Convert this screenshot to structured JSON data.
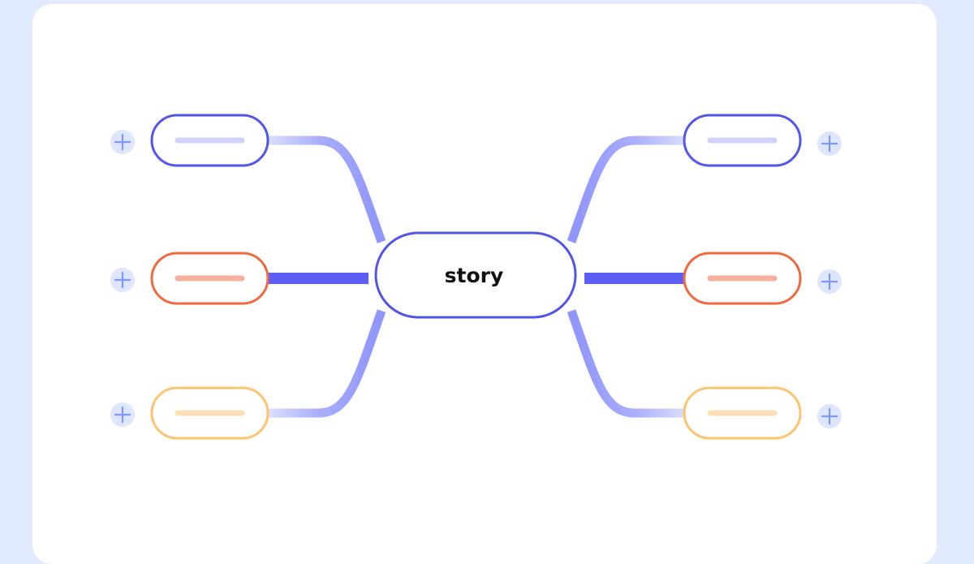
{
  "center": {
    "label": "story",
    "border_color": "#5055e6"
  },
  "colors": {
    "background": "#e1ebfd",
    "card": "#ffffff",
    "branch_soft": "#8f95fb",
    "branch_strong": "#5b5ff6",
    "plus_circle": "#dde6fd",
    "plus_sign": "#7e98f3"
  },
  "branches": [
    {
      "side": "left",
      "position": "top",
      "style": "curve",
      "border": "#5356e8",
      "bar": "#cfd3fb",
      "icon": "plus-icon"
    },
    {
      "side": "left",
      "position": "middle",
      "style": "straight",
      "border": "#f0693f",
      "bar": "#f7b09e",
      "icon": "plus-icon"
    },
    {
      "side": "left",
      "position": "bottom",
      "style": "curve",
      "border": "#fcc46f",
      "bar": "#fddfb5",
      "icon": "plus-icon"
    },
    {
      "side": "right",
      "position": "top",
      "style": "curve",
      "border": "#5356e8",
      "bar": "#cfd3fb",
      "icon": "plus-icon"
    },
    {
      "side": "right",
      "position": "middle",
      "style": "straight",
      "border": "#f0693f",
      "bar": "#f7b09e",
      "icon": "plus-icon"
    },
    {
      "side": "right",
      "position": "bottom",
      "style": "curve",
      "border": "#fcc46f",
      "bar": "#fddfb5",
      "icon": "plus-icon"
    }
  ]
}
